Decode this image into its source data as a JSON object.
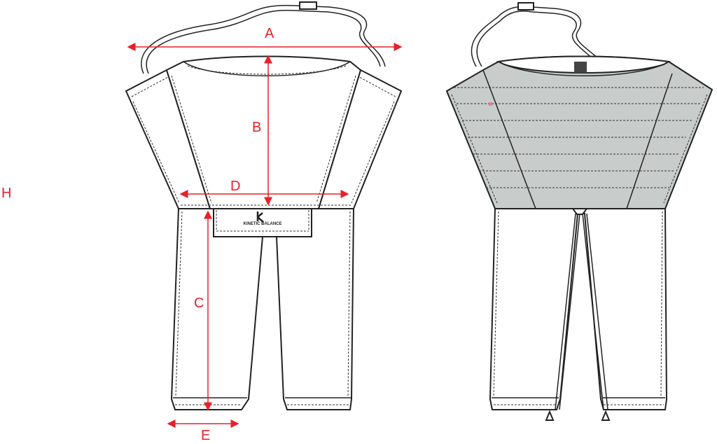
{
  "diagram": {
    "title": "Garment measurement diagram (front and back views)",
    "colors": {
      "measure": "#e8202a",
      "back_panel": "#c8cdcb",
      "outline": "#222222"
    },
    "labels": {
      "A": "A",
      "B": "B",
      "C": "C",
      "D": "D",
      "E": "E",
      "H": "H"
    },
    "logo_text": "KINETIC BALANCE"
  }
}
